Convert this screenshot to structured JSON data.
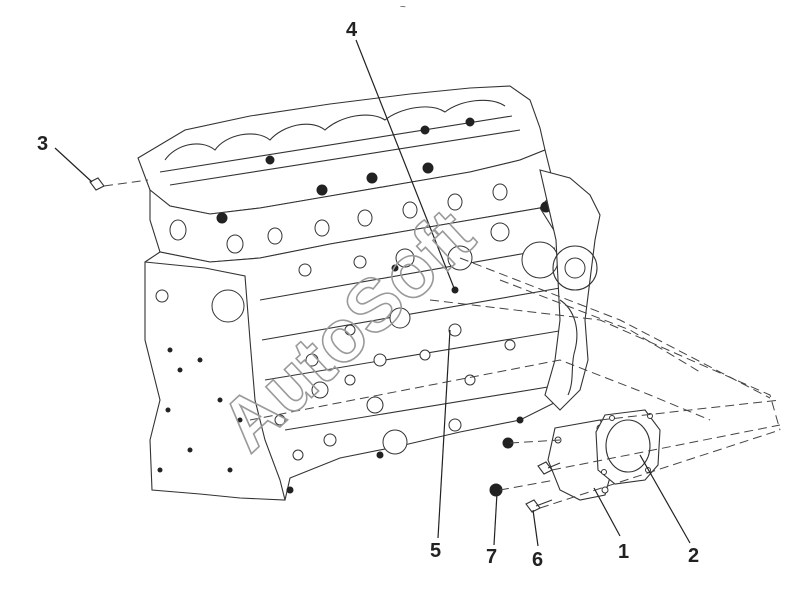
{
  "watermark": "AutoSoft",
  "top_mark": "~",
  "callouts": [
    {
      "id": "1",
      "label": "1"
    },
    {
      "id": "2",
      "label": "2"
    },
    {
      "id": "3",
      "label": "3"
    },
    {
      "id": "4",
      "label": "4"
    },
    {
      "id": "5",
      "label": "5"
    },
    {
      "id": "6",
      "label": "6"
    },
    {
      "id": "7",
      "label": "7"
    }
  ]
}
